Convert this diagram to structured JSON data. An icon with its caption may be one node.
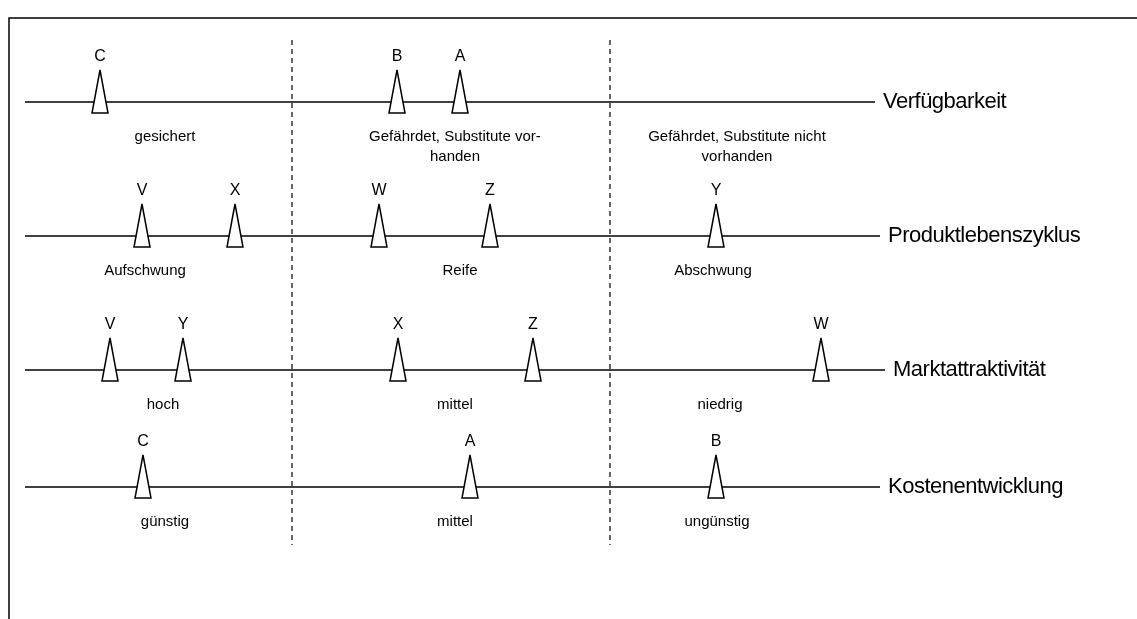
{
  "diagram": {
    "labels": [
      "C",
      "B",
      "A",
      "Verfügbarkeit",
      "gesichert",
      "Gefährdet, Substitute vor- handen",
      "Gefährdet, Substitute nicht vorhanden",
      "V",
      "X",
      "W",
      "Z",
      "Y",
      "Produktlebenszyklus",
      "Aufschwung",
      "Reife",
      "Abschwung",
      "V",
      "Y",
      "X",
      "Z",
      "W",
      "Marktattraktivität",
      "hoch",
      "mittel",
      "niedrig",
      "C",
      "A",
      "B",
      "Kostenentwicklung",
      "günstig",
      "mittel",
      "ungünstig"
    ]
  }
}
